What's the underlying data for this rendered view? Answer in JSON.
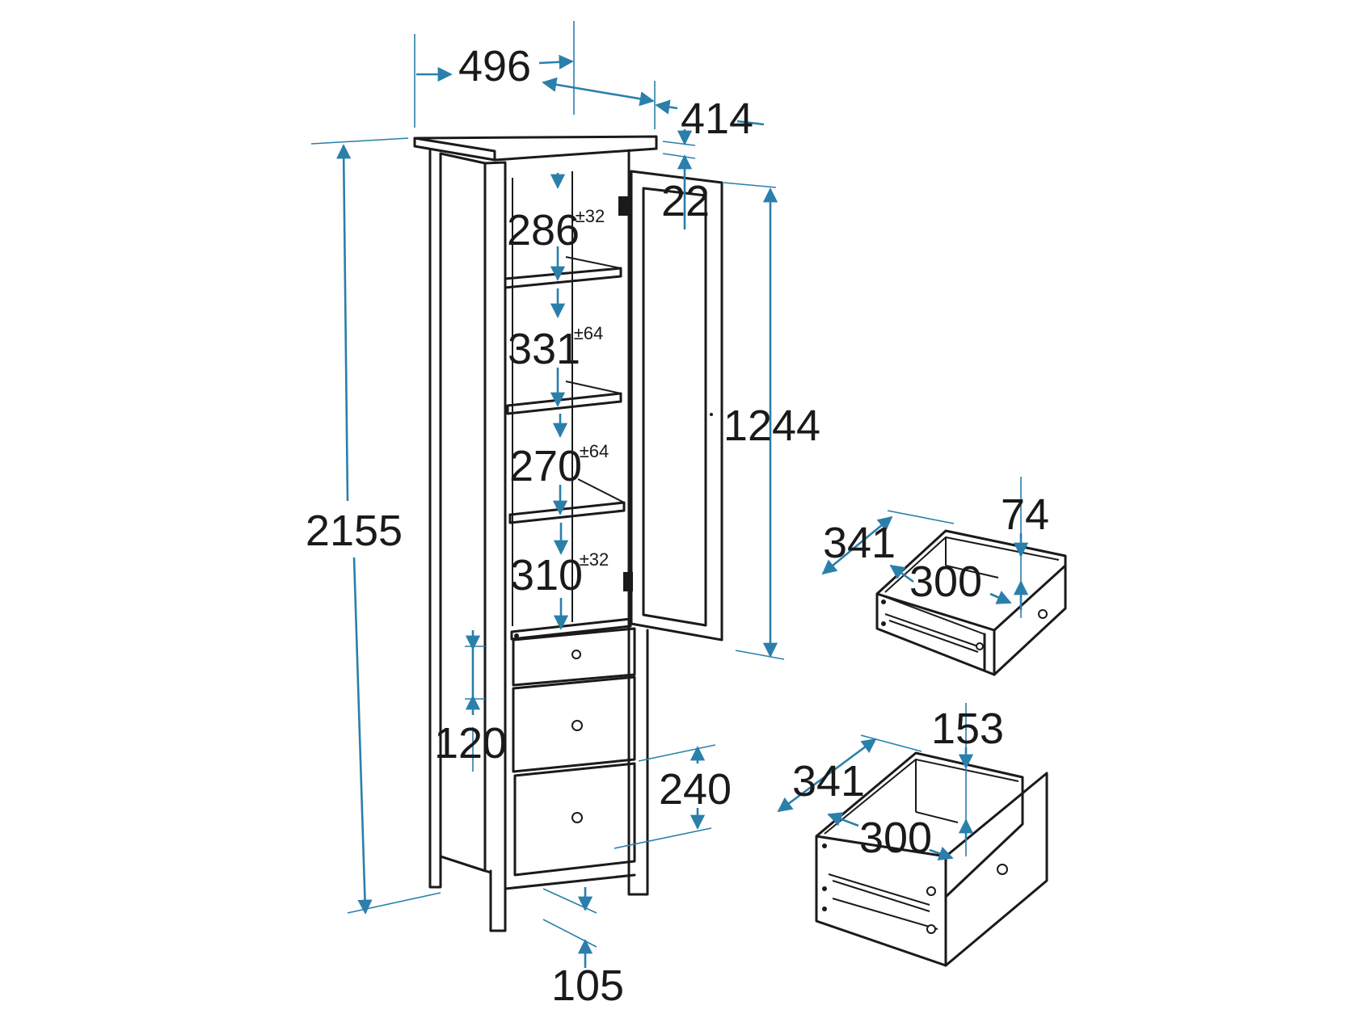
{
  "colors": {
    "outline": "#1a1a1a",
    "dimension": "#2a7fab",
    "background": "#ffffff"
  },
  "cabinet": {
    "width": "496",
    "depth": "414",
    "height": "2155",
    "door_height": "1244",
    "top_thickness": "22",
    "leg_height": "105",
    "small_drawer_height": "120",
    "large_drawer_height": "240",
    "shelf_gaps": [
      {
        "value": "286",
        "tolerance": "±32"
      },
      {
        "value": "331",
        "tolerance": "±64"
      },
      {
        "value": "270",
        "tolerance": "±64"
      },
      {
        "value": "310",
        "tolerance": "±32"
      }
    ]
  },
  "small_drawer": {
    "depth": "341",
    "inner_width": "300",
    "height": "74"
  },
  "large_drawer": {
    "depth": "341",
    "inner_width": "300",
    "height": "153"
  }
}
